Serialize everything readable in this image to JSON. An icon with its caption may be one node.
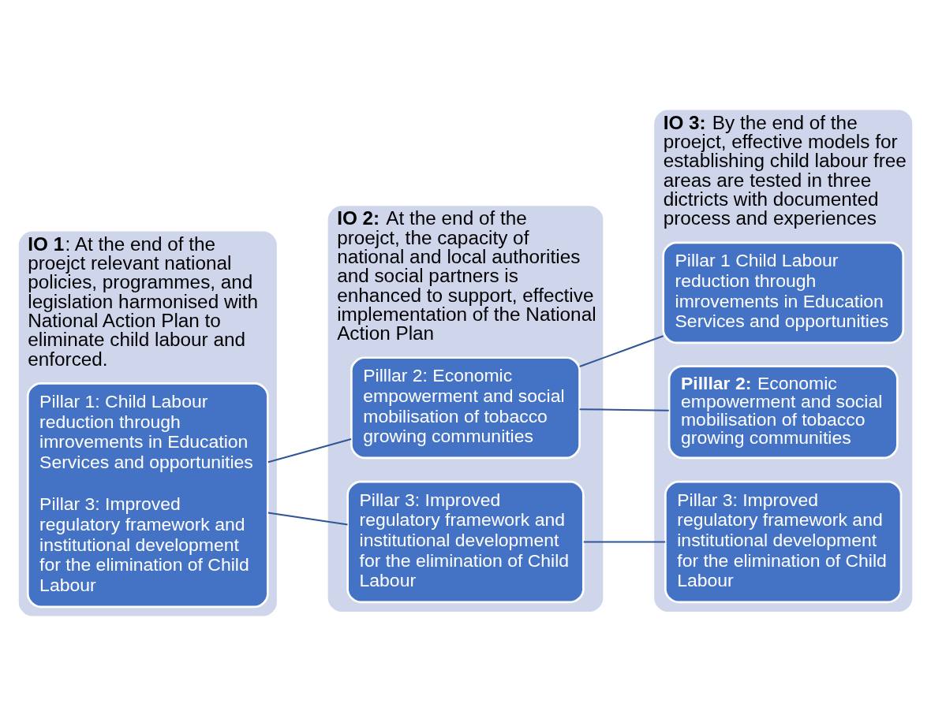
{
  "diagram": {
    "nodes": [
      {
        "text": [
          "**IO 1**: At the end of the proejct relevant national policies, programmes, and legislation harmonised with National Action Plan to eliminate child labour and enforced."
        ]
      },
      {
        "text": [
          "Pillar 1: Child Labour reduction through imrovements in Education Services and opportunities",
          "Pillar 3: Improved regulatory framework and institutional development for the elimination of Child Labour"
        ],
        "in": 0
      },
      {
        "text": [
          "**IO 2:** At the end of the proejct, the capacity of national and local authorities and social partners is enhanced to support, effective implementation of the National Action Plan"
        ]
      },
      {
        "text": [
          "Pilllar 2: Economic empowerment and social mobilisation of tobacco growing communities"
        ],
        "in": 2
      },
      {
        "text": [
          "Pillar 3: Improved regulatory framework and institutional development for the elimination of Child Labour"
        ],
        "in": 2
      },
      {
        "text": [
          "**IO 3:** By the end of the proejct, effective models for establishing child labour free areas are tested in three dictricts with documented process and experiences"
        ]
      },
      {
        "text": [
          "Pillar 1 Child Labour reduction through imrovements in Education Services and opportunities"
        ],
        "in": 5
      },
      {
        "text": [
          "**Pilllar 2:** Economic empowerment and social mobilisation of tobacco growing communities"
        ],
        "in": 5
      },
      {
        "text": [
          "Pillar 3: Improved regulatory framework and institutional development for the elimination of Child Labour"
        ],
        "in": 5
      }
    ],
    "edges": [
      {
        "from": 1,
        "to": 3,
        "arrow": "none"
      },
      {
        "from": 1,
        "to": 4,
        "arrow": "none"
      },
      {
        "from": 3,
        "to": 6,
        "arrow": "none"
      },
      {
        "from": 3,
        "to": 7,
        "arrow": "none"
      },
      {
        "from": 4,
        "to": 8,
        "arrow": "none"
      }
    ]
  }
}
